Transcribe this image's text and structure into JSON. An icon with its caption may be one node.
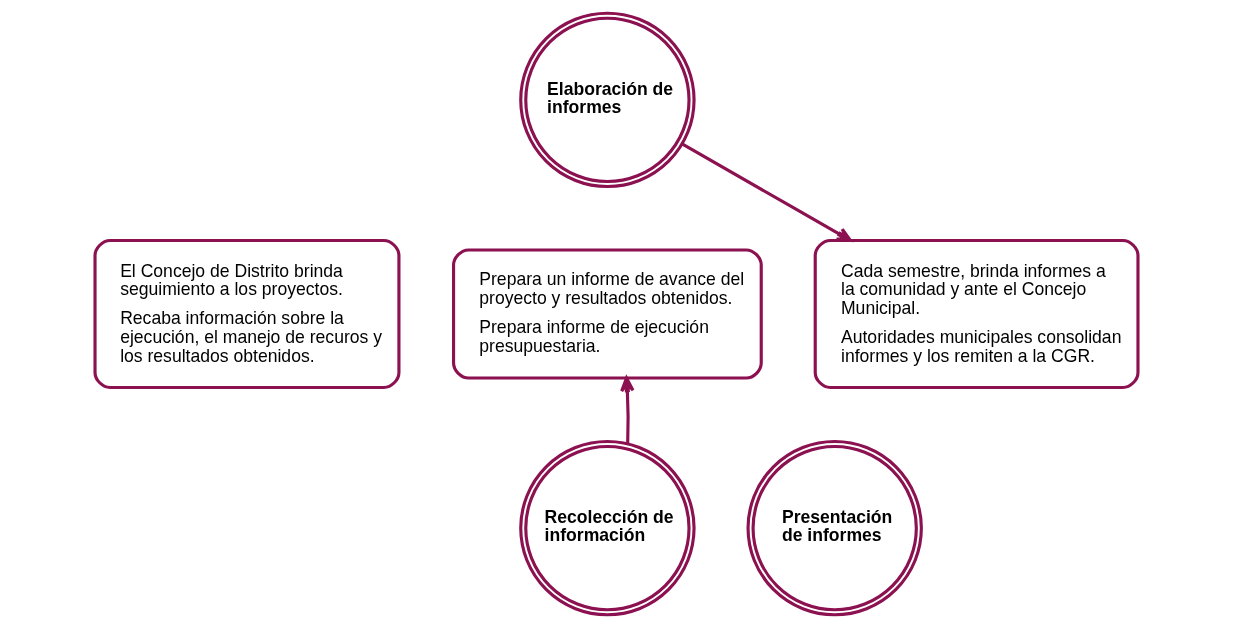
{
  "diagram": {
    "nodes": [
      {
        "text": [
          "Elaboración de informes"
        ]
      },
      {
        "text": [
          "El Concejo de Distrito brinda seguimiento a los proyectos.",
          "Recaba información sobre la ejecución, el manejo de recuros y los resultados obtenidos."
        ]
      },
      {
        "text": [
          "Prepara un informe de avance del proyecto y resultados obtenidos.",
          "Prepara informe de ejecución presupuestaria."
        ]
      },
      {
        "text": [
          "Cada semestre, brinda informes a la comunidad y ante el Concejo Municipal.",
          "Autoridades municipales consolidan informes y los remiten a la CGR."
        ]
      },
      {
        "text": [
          "Recolección de información"
        ]
      },
      {
        "text": [
          "Presentación de informes"
        ]
      }
    ],
    "edges": [
      {
        "from": 4,
        "to": 2,
        "arrow": "to"
      },
      {
        "from": 0,
        "to": 3,
        "arrow": "to"
      }
    ]
  }
}
